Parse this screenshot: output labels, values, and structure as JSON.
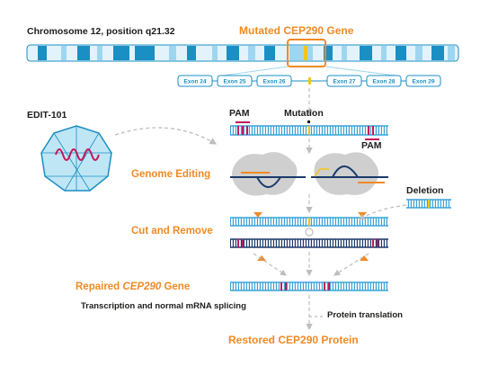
{
  "chromosome_label": "Chromosome 12, position q21.32",
  "gene_title": "Mutated CEP290 Gene",
  "exons": [
    "Exon 24",
    "Exon 25",
    "Exon 26",
    "Exon 27",
    "Exon 28",
    "Exon 29"
  ],
  "therapy_label": "EDIT-101",
  "pam_left": "PAM",
  "mutation_label": "Mutation",
  "pam_right": "PAM",
  "step_genome_editing": "Genome Editing",
  "deletion_label": "Deletion",
  "step_cut_remove": "Cut and Remove",
  "repaired_prefix": "Repaired ",
  "repaired_gene": "CEP290",
  "repaired_suffix": " Gene",
  "transcription_label": "Transcription and normal mRNA splicing",
  "protein_translation_label": "Protein translation",
  "result_label": "Restored CEP290 Protein",
  "colors": {
    "orange": "#f08a24",
    "blue": "#1a8fc4",
    "light_blue": "#9fd6ef",
    "navy": "#1b3a6b",
    "yellow": "#f5c518",
    "magenta": "#c2185b",
    "gray": "#c8c8c8"
  }
}
